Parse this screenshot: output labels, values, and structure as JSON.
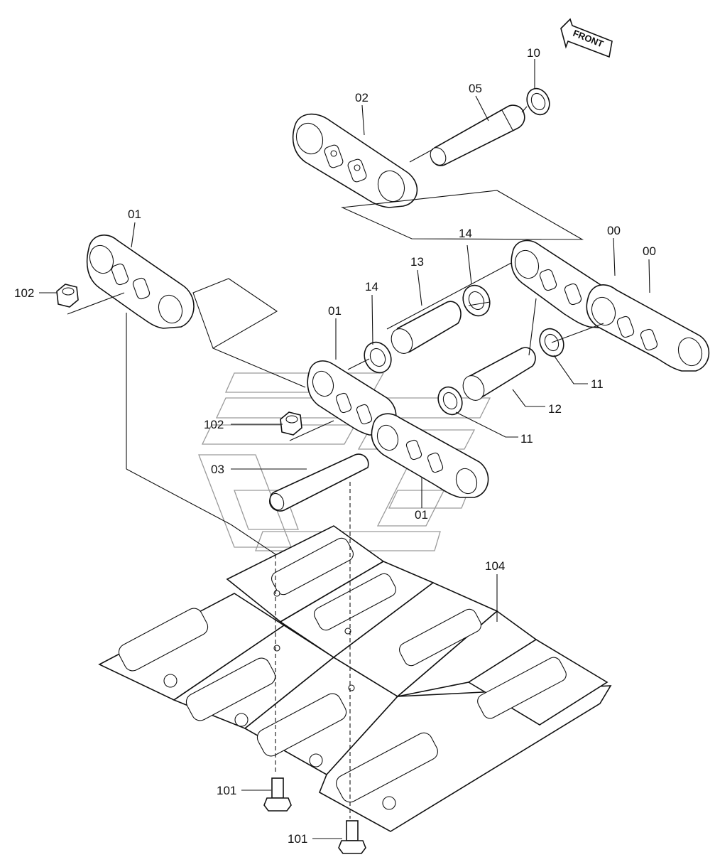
{
  "front_label": "FRONT",
  "callouts": {
    "c10": "10",
    "c05": "05",
    "c02": "02",
    "c01_top": "01",
    "c102_left": "102",
    "c14_right": "14",
    "c13": "13",
    "c14_left": "14",
    "c00_a": "00",
    "c00_b": "00",
    "c01_mid": "01",
    "c11_right": "11",
    "c12": "12",
    "c102_mid": "102",
    "c11_mid": "11",
    "c03": "03",
    "c01_bottom": "01",
    "c104": "104",
    "c101_top": "101",
    "c101_bottom": "101"
  }
}
